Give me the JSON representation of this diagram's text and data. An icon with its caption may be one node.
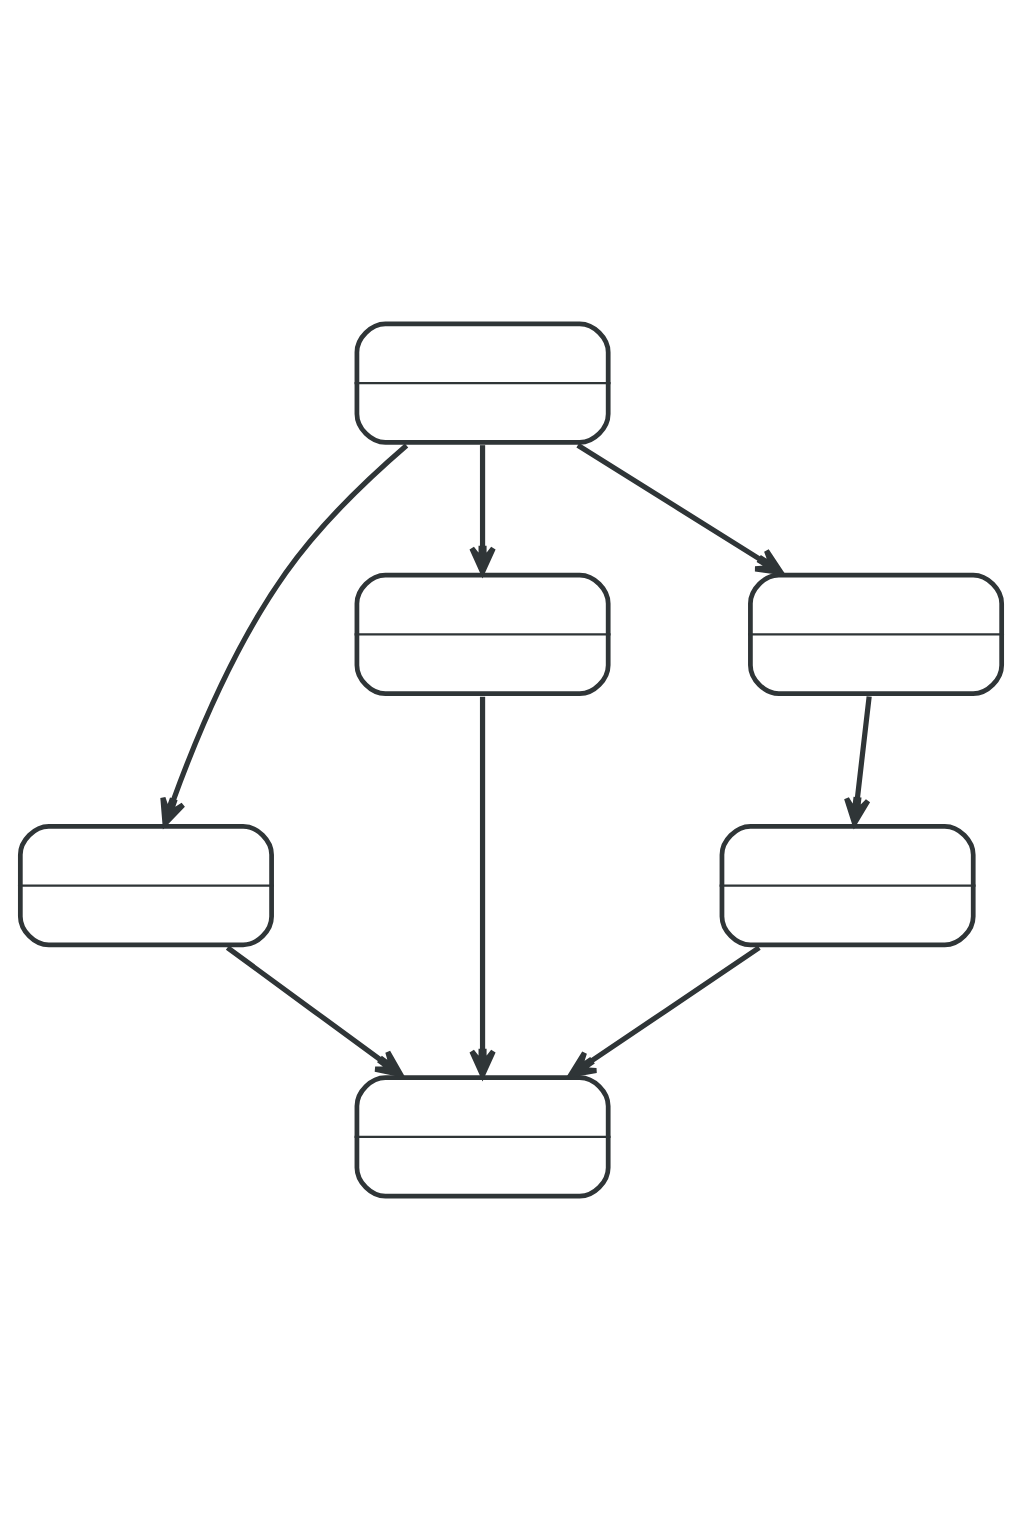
{
  "diagram": {
    "nodes": [
      {
        "text": [],
        "shape": "box"
      },
      {
        "text": [],
        "shape": "box"
      },
      {
        "text": [],
        "shape": "box"
      },
      {
        "text": [],
        "shape": "box"
      },
      {
        "text": [],
        "shape": "box"
      },
      {
        "text": [],
        "shape": "box"
      }
    ],
    "edges": [
      {
        "from": 0,
        "to": 2,
        "arrow": "to"
      },
      {
        "from": 0,
        "to": 3,
        "arrow": "to"
      },
      {
        "from": 0,
        "to": 1,
        "arrow": "to"
      },
      {
        "from": 2,
        "to": 5,
        "arrow": "to"
      },
      {
        "from": 3,
        "to": 5,
        "arrow": "to"
      },
      {
        "from": 1,
        "to": 4,
        "arrow": "to"
      },
      {
        "from": 4,
        "to": 5,
        "arrow": "to"
      }
    ]
  }
}
